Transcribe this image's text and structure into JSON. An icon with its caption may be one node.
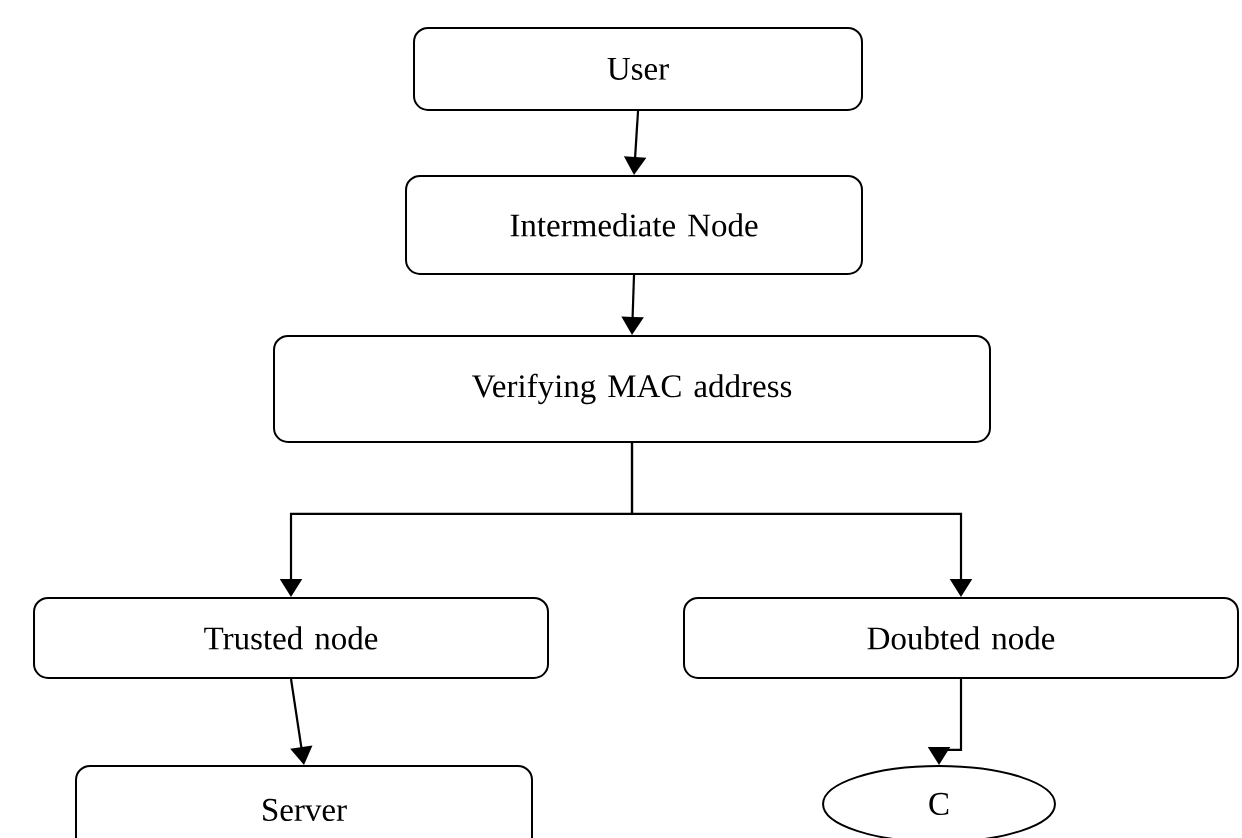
{
  "diagram": {
    "nodes": [
      {
        "text": [
          "User"
        ]
      },
      {
        "text": [
          "Intermediate Node"
        ]
      },
      {
        "text": [
          "Verifying MAC address"
        ]
      },
      {
        "text": [
          "Trusted node"
        ]
      },
      {
        "text": [
          "Doubted node"
        ]
      },
      {
        "text": [
          "Server"
        ]
      },
      {
        "text": [
          "C"
        ]
      }
    ],
    "edges": [
      {
        "from": 0,
        "to": 1,
        "arrow": "to"
      },
      {
        "from": 1,
        "to": 2,
        "arrow": "to"
      },
      {
        "from": 2,
        "to": 3,
        "arrow": "to"
      },
      {
        "from": 2,
        "to": 4,
        "arrow": "to"
      },
      {
        "from": 3,
        "to": 5,
        "arrow": "to"
      },
      {
        "from": 4,
        "to": 6,
        "arrow": "to"
      }
    ]
  }
}
